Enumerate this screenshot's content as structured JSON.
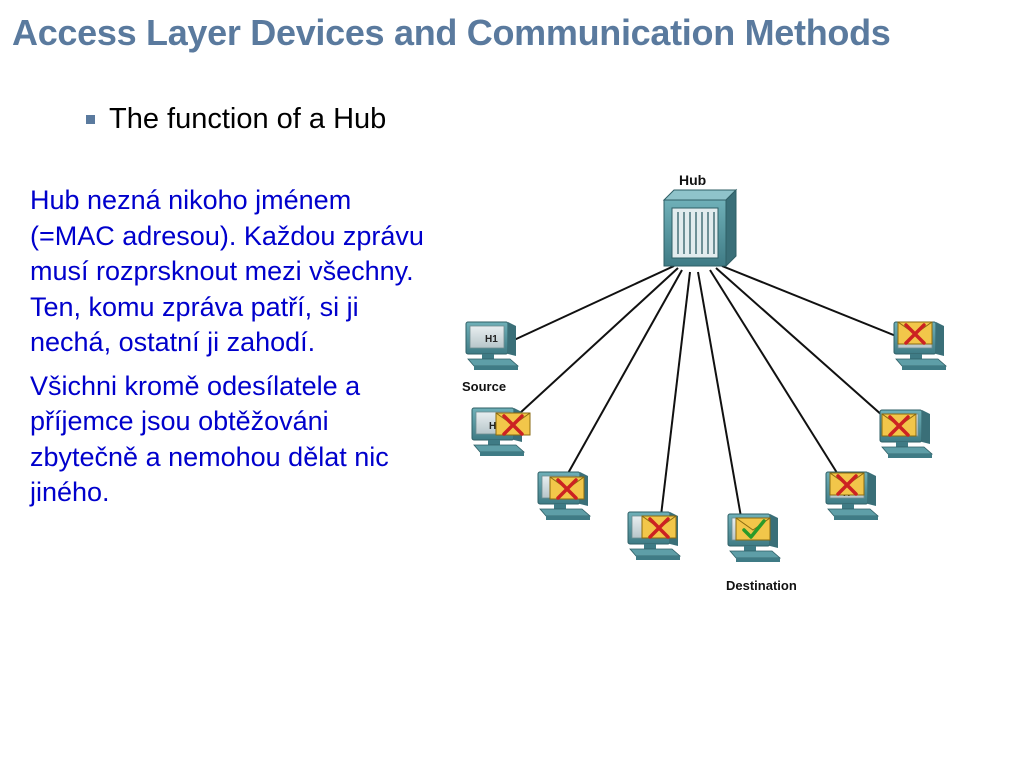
{
  "slide": {
    "title": "Access Layer Devices and Communication Methods",
    "bullet": "The function of a Hub",
    "paragraph_1": "Hub nezná nikoho jménem (=MAC adresou). Každou zprávu musí rozprsknout mezi všechny. Ten, komu zpráva patří, si ji nechá, ostatní ji zahodí.",
    "paragraph_2": "Všichni kromě odesílatele a příjemce jsou obtěžováni zbytečně a nemohou dělat nic jiného."
  },
  "diagram": {
    "hub_label": "Hub",
    "source_label": "Source",
    "destination_label": "Destination",
    "pc_labels": {
      "source": "H1",
      "left_top": "H",
      "right_third": "H"
    },
    "colors": {
      "device_teal": "#4e8c96",
      "line": "#111111",
      "envelope": "#f2c64a",
      "reject_x": "#cc2222",
      "accept_check": "#2a9a2a"
    }
  }
}
